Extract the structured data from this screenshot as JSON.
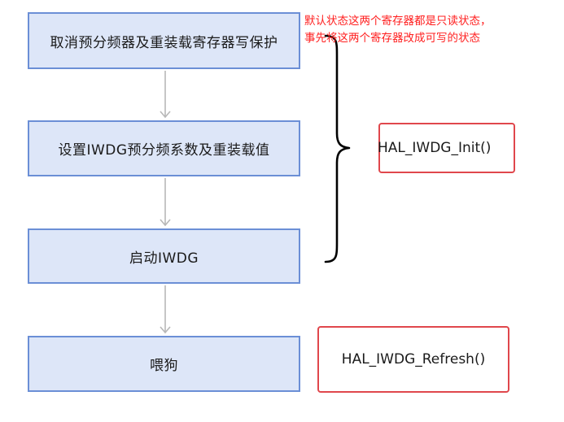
{
  "steps": [
    {
      "label": "取消预分频器及重装载寄存器写保护"
    },
    {
      "label": "设置IWDG预分频系数及重装载值"
    },
    {
      "label": "启动IWDG"
    },
    {
      "label": "喂狗"
    }
  ],
  "note": {
    "line1": "默认状态这两个寄存器都是只读状态，",
    "line2": "事先将这两个寄存器改成可写的状态"
  },
  "functions": {
    "init": "HAL_IWDG_Init()",
    "refresh": "HAL_IWDG_Refresh()"
  },
  "colors": {
    "step_fill": "#dde6f8",
    "step_border": "#6b8fd6",
    "arrow": "#b8b8b8",
    "note_text": "#ff1f1f",
    "function_border": "#e0474c"
  }
}
